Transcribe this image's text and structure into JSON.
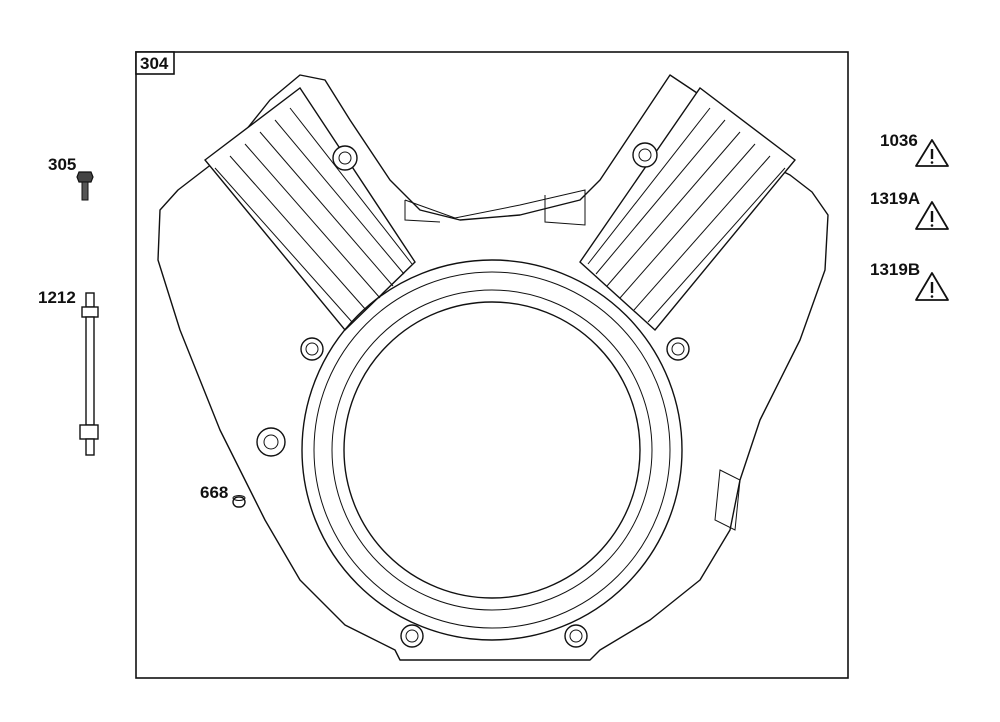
{
  "main_part": {
    "label": "304"
  },
  "parts": [
    {
      "id": "bolt",
      "label": "305",
      "icon": "bolt-icon"
    },
    {
      "id": "stud",
      "label": "1212",
      "icon": "stud-icon"
    },
    {
      "id": "pin",
      "label": "668",
      "icon": "dowel-pin-icon"
    }
  ],
  "warnings": [
    {
      "label": "1036",
      "icon": "warning-triangle-icon"
    },
    {
      "label": "1319A",
      "icon": "warning-triangle-icon"
    },
    {
      "label": "1319B",
      "icon": "warning-triangle-icon"
    }
  ],
  "colors": {
    "stroke": "#111111",
    "background": "#ffffff"
  }
}
